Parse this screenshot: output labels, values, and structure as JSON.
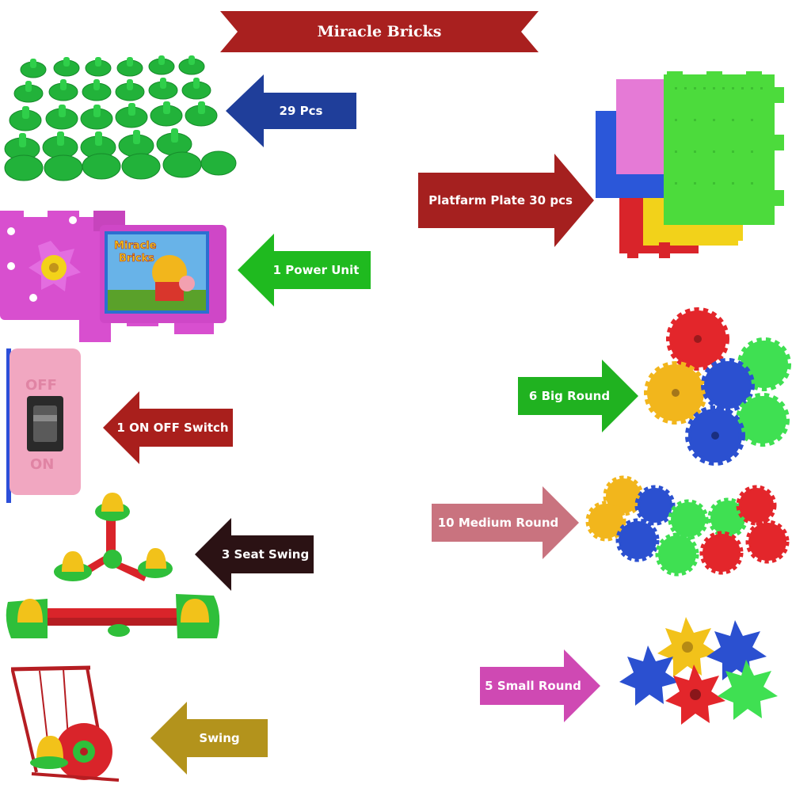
{
  "banner": {
    "title": "Miracle Bricks",
    "color": "#a9201f"
  },
  "power_unit_box": {
    "line1": "Miracle",
    "line2": "Bricks"
  },
  "switch_text": {
    "off": "OFF",
    "on": "ON"
  },
  "callouts": [
    {
      "id": "pcs",
      "label": "29 Pcs",
      "direction": "left",
      "color": "#1f3e9a"
    },
    {
      "id": "platform",
      "label": "Platfarm Plate 30 pcs",
      "direction": "right",
      "color": "#a5201f"
    },
    {
      "id": "power",
      "label": "1 Power Unit",
      "direction": "left",
      "color": "#1fba1f"
    },
    {
      "id": "biground",
      "label": "6 Big Round",
      "direction": "right",
      "color": "#20b220"
    },
    {
      "id": "switch",
      "label": "1 ON OFF Switch",
      "direction": "left",
      "color": "#a91f1c"
    },
    {
      "id": "mediumround",
      "label": "10 Medium Round",
      "direction": "right",
      "color": "#c9737f"
    },
    {
      "id": "seatswing",
      "label": "3 Seat Swing",
      "direction": "left",
      "color": "#2b1214"
    },
    {
      "id": "smallround",
      "label": "5 Small Round",
      "direction": "right",
      "color": "#cf49b3"
    },
    {
      "id": "swing",
      "label": "Swing",
      "direction": "left",
      "color": "#b3931c"
    }
  ],
  "icons": [
    "green-pegs-icon",
    "platform-plates-icon",
    "power-unit-icon",
    "big-gears-icon",
    "switch-icon",
    "medium-gears-icon",
    "seat-swing-icon",
    "small-gears-icon",
    "swing-icon"
  ]
}
